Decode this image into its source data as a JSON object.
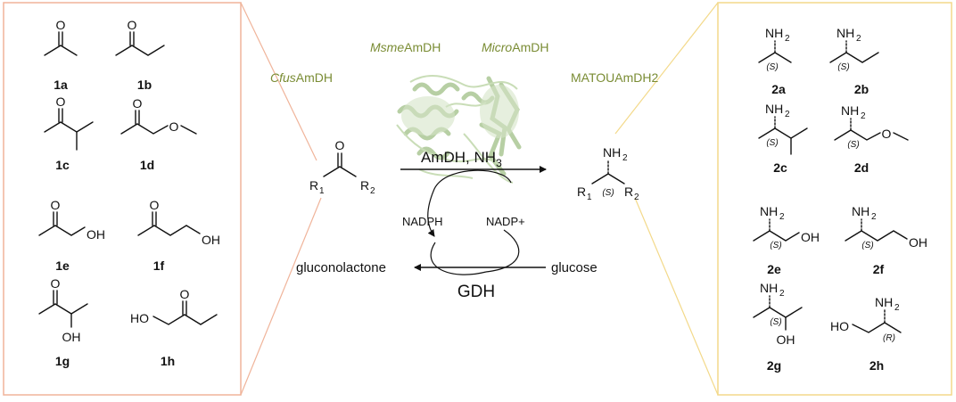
{
  "colors": {
    "left_panel_border": "#f0b49a",
    "right_panel_border": "#f3d98a",
    "enzyme_text": "#7a8c34",
    "protein": "#9fbf86"
  },
  "enzymes": {
    "cfus": {
      "italic": "Cfus",
      "suffix": "AmDH"
    },
    "msme": {
      "italic": "Msme",
      "suffix": "AmDH"
    },
    "micro": {
      "italic": "Micro",
      "suffix": "AmDH"
    },
    "matou": "MATOUAmDH2"
  },
  "reaction": {
    "reagent": "AmDH, NH",
    "reagent_sub": "3",
    "cofactor_reduced": "NADPH",
    "cofactor_oxidized": "NADP+",
    "coproduct": "gluconolactone",
    "cosubstrate": "glucose",
    "recycle_enzyme": "GDH",
    "substrate": {
      "carbonyl_O": "O",
      "R1": "R",
      "R1_sub": "1",
      "R2": "R",
      "R2_sub": "2"
    },
    "product": {
      "amine": "NH",
      "amine_sub": "2",
      "R1": "R",
      "R1_sub": "1",
      "R2": "R",
      "R2_sub": "2",
      "stereo": "(S)"
    }
  },
  "substrates": [
    {
      "id": "1a"
    },
    {
      "id": "1b"
    },
    {
      "id": "1c"
    },
    {
      "id": "1d"
    },
    {
      "id": "1e"
    },
    {
      "id": "1f"
    },
    {
      "id": "1g"
    },
    {
      "id": "1h"
    }
  ],
  "products": [
    {
      "id": "2a",
      "stereo": "(S)"
    },
    {
      "id": "2b",
      "stereo": "(S)"
    },
    {
      "id": "2c",
      "stereo": "(S)"
    },
    {
      "id": "2d",
      "stereo": "(S)"
    },
    {
      "id": "2e",
      "stereo": "(S)"
    },
    {
      "id": "2f",
      "stereo": "(S)"
    },
    {
      "id": "2g",
      "stereo": "(S)"
    },
    {
      "id": "2h",
      "stereo": "(R)"
    }
  ],
  "atoms": {
    "O": "O",
    "OH": "OH",
    "HO": "HO",
    "NH": "NH",
    "NH_sub": "2"
  }
}
